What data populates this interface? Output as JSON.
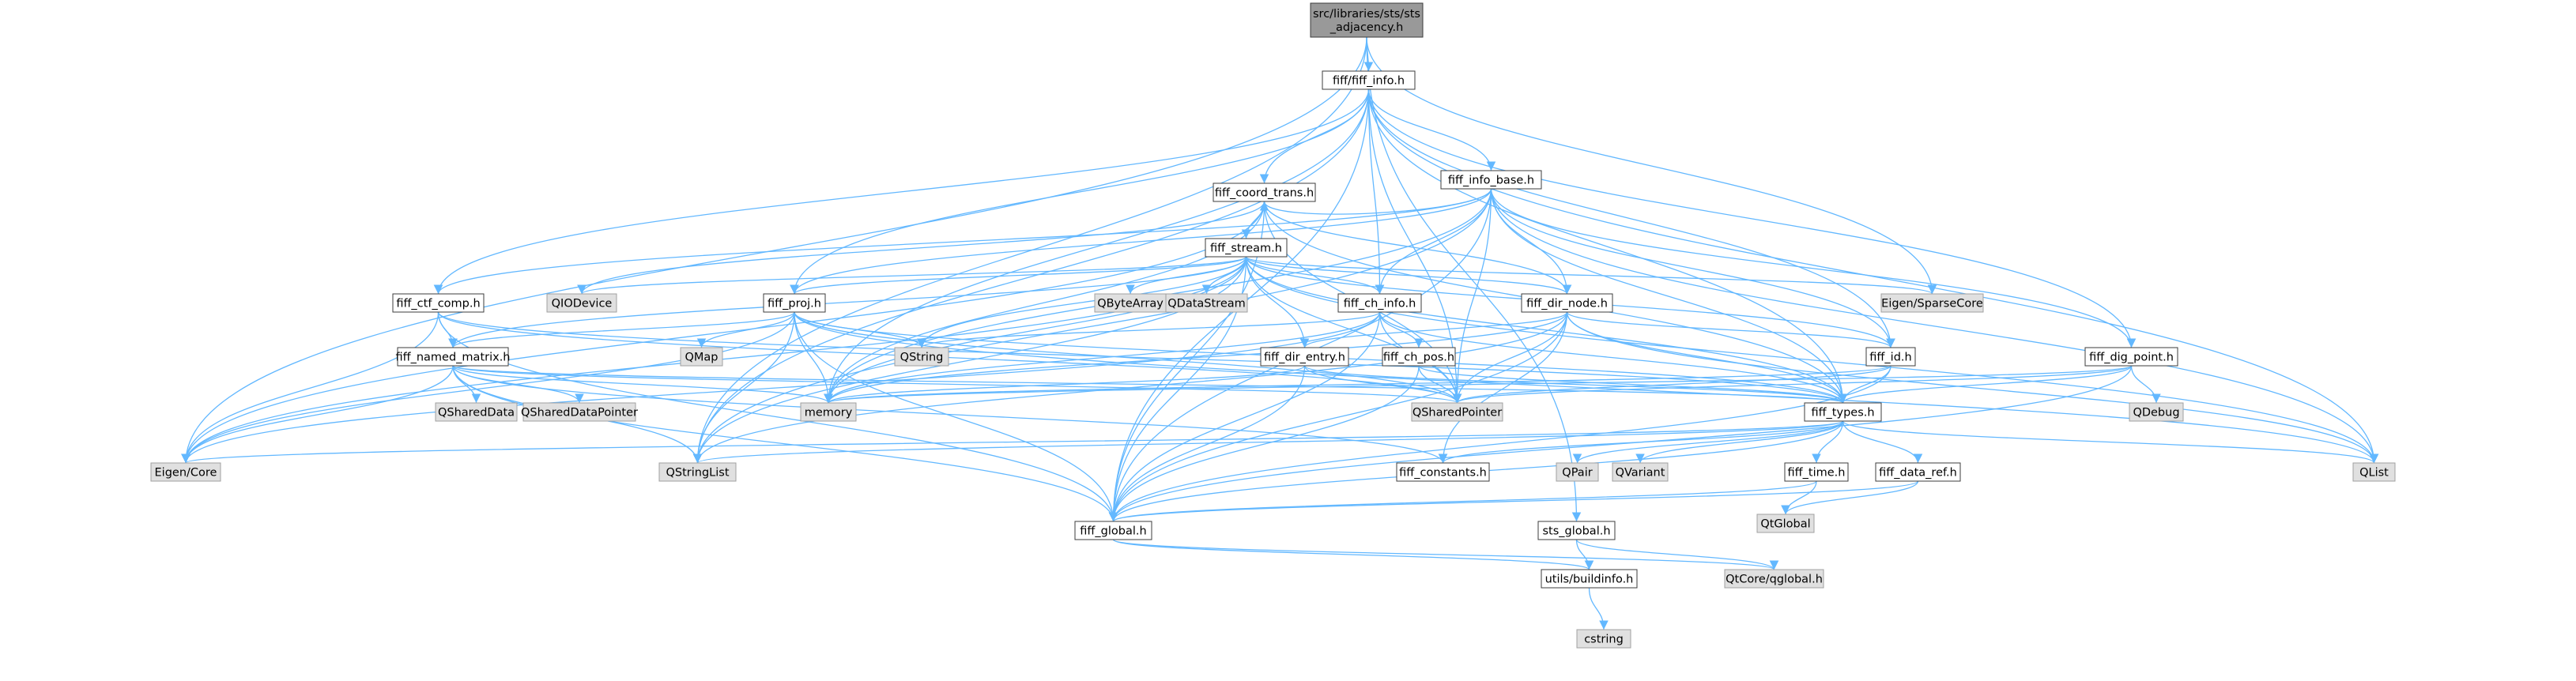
{
  "graph": {
    "title": "src/libraries/sts/sts_adjacency.h include dependency graph",
    "root": "root",
    "colors": {
      "edge": "#63b8ff",
      "root_fill": "#999999",
      "internal_fill": "#ffffff",
      "external_fill": "#e0e0e0",
      "border": "#3c3c3c"
    },
    "nodes": [
      {
        "id": "root",
        "lines": [
          "src/libraries/sts/sts",
          "_adjacency.h"
        ],
        "kind": "root"
      },
      {
        "id": "fiff_info",
        "lines": [
          "fiff/fiff_info.h"
        ],
        "kind": "internal"
      },
      {
        "id": "fiff_info_base",
        "lines": [
          "fiff_info_base.h"
        ],
        "kind": "internal"
      },
      {
        "id": "fiff_coord_trans",
        "lines": [
          "fiff_coord_trans.h"
        ],
        "kind": "internal"
      },
      {
        "id": "fiff_stream",
        "lines": [
          "fiff_stream.h"
        ],
        "kind": "internal"
      },
      {
        "id": "fiff_ctf_comp",
        "lines": [
          "fiff_ctf_comp.h"
        ],
        "kind": "internal"
      },
      {
        "id": "fiff_proj",
        "lines": [
          "fiff_proj.h"
        ],
        "kind": "internal"
      },
      {
        "id": "fiff_ch_info",
        "lines": [
          "fiff_ch_info.h"
        ],
        "kind": "internal"
      },
      {
        "id": "fiff_dir_node",
        "lines": [
          "fiff_dir_node.h"
        ],
        "kind": "internal"
      },
      {
        "id": "fiff_named_matrix",
        "lines": [
          "fiff_named_matrix.h"
        ],
        "kind": "internal"
      },
      {
        "id": "fiff_dir_entry",
        "lines": [
          "fiff_dir_entry.h"
        ],
        "kind": "internal"
      },
      {
        "id": "fiff_ch_pos",
        "lines": [
          "fiff_ch_pos.h"
        ],
        "kind": "internal"
      },
      {
        "id": "fiff_id",
        "lines": [
          "fiff_id.h"
        ],
        "kind": "internal"
      },
      {
        "id": "fiff_dig_point",
        "lines": [
          "fiff_dig_point.h"
        ],
        "kind": "internal"
      },
      {
        "id": "fiff_types",
        "lines": [
          "fiff_types.h"
        ],
        "kind": "internal"
      },
      {
        "id": "fiff_constants",
        "lines": [
          "fiff_constants.h"
        ],
        "kind": "internal"
      },
      {
        "id": "fiff_time",
        "lines": [
          "fiff_time.h"
        ],
        "kind": "internal"
      },
      {
        "id": "fiff_data_ref",
        "lines": [
          "fiff_data_ref.h"
        ],
        "kind": "internal"
      },
      {
        "id": "fiff_global",
        "lines": [
          "fiff_global.h"
        ],
        "kind": "internal"
      },
      {
        "id": "sts_global",
        "lines": [
          "sts_global.h"
        ],
        "kind": "internal"
      },
      {
        "id": "buildinfo",
        "lines": [
          "utils/buildinfo.h"
        ],
        "kind": "internal"
      },
      {
        "id": "QIODevice",
        "lines": [
          "QIODevice"
        ],
        "kind": "external"
      },
      {
        "id": "QByteArray",
        "lines": [
          "QByteArray"
        ],
        "kind": "external"
      },
      {
        "id": "QDataStream",
        "lines": [
          "QDataStream"
        ],
        "kind": "external"
      },
      {
        "id": "EigenSparse",
        "lines": [
          "Eigen/SparseCore"
        ],
        "kind": "external"
      },
      {
        "id": "QString",
        "lines": [
          "QString"
        ],
        "kind": "external"
      },
      {
        "id": "QMap",
        "lines": [
          "QMap"
        ],
        "kind": "external"
      },
      {
        "id": "QSharedData",
        "lines": [
          "QSharedData"
        ],
        "kind": "external"
      },
      {
        "id": "QSharedDataPointer",
        "lines": [
          "QSharedDataPointer"
        ],
        "kind": "external"
      },
      {
        "id": "memory",
        "lines": [
          "memory"
        ],
        "kind": "external"
      },
      {
        "id": "QSharedPointer",
        "lines": [
          "QSharedPointer"
        ],
        "kind": "external"
      },
      {
        "id": "QDebug",
        "lines": [
          "QDebug"
        ],
        "kind": "external"
      },
      {
        "id": "EigenCore",
        "lines": [
          "Eigen/Core"
        ],
        "kind": "external"
      },
      {
        "id": "QStringList",
        "lines": [
          "QStringList"
        ],
        "kind": "external"
      },
      {
        "id": "QPair",
        "lines": [
          "QPair"
        ],
        "kind": "external"
      },
      {
        "id": "QVariant",
        "lines": [
          "QVariant"
        ],
        "kind": "external"
      },
      {
        "id": "QList",
        "lines": [
          "QList"
        ],
        "kind": "external"
      },
      {
        "id": "QtGlobal",
        "lines": [
          "QtGlobal"
        ],
        "kind": "external"
      },
      {
        "id": "QtCoreqglobal",
        "lines": [
          "QtCore/qglobal.h"
        ],
        "kind": "external"
      },
      {
        "id": "cstring",
        "lines": [
          "cstring"
        ],
        "kind": "external"
      }
    ],
    "edges": [
      [
        "root",
        "fiff_info"
      ],
      [
        "root",
        "EigenSparse"
      ],
      [
        "root",
        "EigenCore"
      ],
      [
        "root",
        "QStringList"
      ],
      [
        "root",
        "sts_global"
      ],
      [
        "fiff_info",
        "fiff_info_base"
      ],
      [
        "fiff_info",
        "fiff_coord_trans"
      ],
      [
        "fiff_info",
        "fiff_ctf_comp"
      ],
      [
        "fiff_info",
        "fiff_proj"
      ],
      [
        "fiff_info",
        "fiff_ch_info"
      ],
      [
        "fiff_info",
        "fiff_id"
      ],
      [
        "fiff_info",
        "fiff_dig_point"
      ],
      [
        "fiff_info",
        "fiff_types"
      ],
      [
        "fiff_info",
        "fiff_global"
      ],
      [
        "fiff_info",
        "QSharedPointer"
      ],
      [
        "fiff_info",
        "QList"
      ],
      [
        "fiff_info",
        "memory"
      ],
      [
        "fiff_info",
        "QStringList"
      ],
      [
        "fiff_info_base",
        "fiff_coord_trans"
      ],
      [
        "fiff_info_base",
        "fiff_ch_info"
      ],
      [
        "fiff_info_base",
        "fiff_dig_point"
      ],
      [
        "fiff_info_base",
        "fiff_id"
      ],
      [
        "fiff_info_base",
        "fiff_dir_node"
      ],
      [
        "fiff_info_base",
        "fiff_proj"
      ],
      [
        "fiff_info_base",
        "fiff_ctf_comp"
      ],
      [
        "fiff_info_base",
        "fiff_types"
      ],
      [
        "fiff_info_base",
        "fiff_global"
      ],
      [
        "fiff_info_base",
        "QSharedPointer"
      ],
      [
        "fiff_info_base",
        "QList"
      ],
      [
        "fiff_info_base",
        "QStringList"
      ],
      [
        "fiff_info_base",
        "memory"
      ],
      [
        "fiff_coord_trans",
        "fiff_stream"
      ],
      [
        "fiff_coord_trans",
        "fiff_types"
      ],
      [
        "fiff_coord_trans",
        "fiff_global"
      ],
      [
        "fiff_coord_trans",
        "EigenCore"
      ],
      [
        "fiff_coord_trans",
        "QIODevice"
      ],
      [
        "fiff_coord_trans",
        "QSharedPointer"
      ],
      [
        "fiff_coord_trans",
        "memory"
      ],
      [
        "fiff_coord_trans",
        "fiff_dir_node"
      ],
      [
        "fiff_stream",
        "fiff_dir_node"
      ],
      [
        "fiff_stream",
        "fiff_dir_entry"
      ],
      [
        "fiff_stream",
        "fiff_ch_info"
      ],
      [
        "fiff_stream",
        "fiff_id"
      ],
      [
        "fiff_stream",
        "fiff_types"
      ],
      [
        "fiff_stream",
        "fiff_global"
      ],
      [
        "fiff_stream",
        "fiff_proj"
      ],
      [
        "fiff_stream",
        "fiff_named_matrix"
      ],
      [
        "fiff_stream",
        "QIODevice"
      ],
      [
        "fiff_stream",
        "QByteArray"
      ],
      [
        "fiff_stream",
        "QDataStream"
      ],
      [
        "fiff_stream",
        "EigenSparse"
      ],
      [
        "fiff_stream",
        "QString"
      ],
      [
        "fiff_stream",
        "memory"
      ],
      [
        "fiff_stream",
        "QSharedPointer"
      ],
      [
        "fiff_stream",
        "QList"
      ],
      [
        "fiff_stream",
        "EigenCore"
      ],
      [
        "fiff_stream",
        "QStringList"
      ],
      [
        "fiff_ctf_comp",
        "fiff_named_matrix"
      ],
      [
        "fiff_ctf_comp",
        "fiff_types"
      ],
      [
        "fiff_ctf_comp",
        "fiff_global"
      ],
      [
        "fiff_ctf_comp",
        "EigenCore"
      ],
      [
        "fiff_ctf_comp",
        "QSharedPointer"
      ],
      [
        "fiff_proj",
        "fiff_named_matrix"
      ],
      [
        "fiff_proj",
        "fiff_types"
      ],
      [
        "fiff_proj",
        "fiff_global"
      ],
      [
        "fiff_proj",
        "QMap"
      ],
      [
        "fiff_proj",
        "QString"
      ],
      [
        "fiff_proj",
        "EigenCore"
      ],
      [
        "fiff_proj",
        "QSharedPointer"
      ],
      [
        "fiff_proj",
        "QStringList"
      ],
      [
        "fiff_proj",
        "memory"
      ],
      [
        "fiff_proj",
        "QList"
      ],
      [
        "fiff_ch_info",
        "fiff_ch_pos"
      ],
      [
        "fiff_ch_info",
        "fiff_types"
      ],
      [
        "fiff_ch_info",
        "fiff_global"
      ],
      [
        "fiff_ch_info",
        "EigenCore"
      ],
      [
        "fiff_ch_info",
        "QString"
      ],
      [
        "fiff_ch_info",
        "QSharedPointer"
      ],
      [
        "fiff_ch_info",
        "memory"
      ],
      [
        "fiff_dir_node",
        "fiff_dir_entry"
      ],
      [
        "fiff_dir_node",
        "fiff_id"
      ],
      [
        "fiff_dir_node",
        "fiff_types"
      ],
      [
        "fiff_dir_node",
        "fiff_constants"
      ],
      [
        "fiff_dir_node",
        "fiff_global"
      ],
      [
        "fiff_dir_node",
        "QSharedPointer"
      ],
      [
        "fiff_dir_node",
        "QList"
      ],
      [
        "fiff_dir_node",
        "memory"
      ],
      [
        "fiff_dir_node",
        "QStringList"
      ],
      [
        "fiff_named_matrix",
        "fiff_types"
      ],
      [
        "fiff_named_matrix",
        "fiff_constants"
      ],
      [
        "fiff_named_matrix",
        "fiff_global"
      ],
      [
        "fiff_named_matrix",
        "QSharedData"
      ],
      [
        "fiff_named_matrix",
        "QSharedDataPointer"
      ],
      [
        "fiff_named_matrix",
        "QStringList"
      ],
      [
        "fiff_named_matrix",
        "EigenCore"
      ],
      [
        "fiff_named_matrix",
        "memory"
      ],
      [
        "fiff_named_matrix",
        "QSharedPointer"
      ],
      [
        "fiff_dir_entry",
        "fiff_types"
      ],
      [
        "fiff_dir_entry",
        "fiff_global"
      ],
      [
        "fiff_dir_entry",
        "QSharedPointer"
      ],
      [
        "fiff_dir_entry",
        "memory"
      ],
      [
        "fiff_ch_pos",
        "fiff_types"
      ],
      [
        "fiff_ch_pos",
        "fiff_global"
      ],
      [
        "fiff_ch_pos",
        "QSharedPointer"
      ],
      [
        "fiff_id",
        "fiff_types"
      ],
      [
        "fiff_id",
        "fiff_global"
      ],
      [
        "fiff_id",
        "QSharedPointer"
      ],
      [
        "fiff_id",
        "memory"
      ],
      [
        "fiff_dig_point",
        "fiff_types"
      ],
      [
        "fiff_dig_point",
        "fiff_global"
      ],
      [
        "fiff_dig_point",
        "QDebug"
      ],
      [
        "fiff_dig_point",
        "QSharedPointer"
      ],
      [
        "fiff_dig_point",
        "memory"
      ],
      [
        "fiff_types",
        "fiff_constants"
      ],
      [
        "fiff_types",
        "fiff_time"
      ],
      [
        "fiff_types",
        "fiff_data_ref"
      ],
      [
        "fiff_types",
        "fiff_global"
      ],
      [
        "fiff_types",
        "QPair"
      ],
      [
        "fiff_types",
        "QVariant"
      ],
      [
        "fiff_types",
        "QList"
      ],
      [
        "fiff_types",
        "QStringList"
      ],
      [
        "fiff_types",
        "EigenCore"
      ],
      [
        "fiff_time",
        "fiff_global"
      ],
      [
        "fiff_time",
        "QtGlobal"
      ],
      [
        "fiff_data_ref",
        "fiff_global"
      ],
      [
        "fiff_data_ref",
        "QtGlobal"
      ],
      [
        "fiff_global",
        "buildinfo"
      ],
      [
        "fiff_global",
        "QtCoreqglobal"
      ],
      [
        "sts_global",
        "buildinfo"
      ],
      [
        "sts_global",
        "QtCoreqglobal"
      ],
      [
        "buildinfo",
        "cstring"
      ]
    ]
  }
}
